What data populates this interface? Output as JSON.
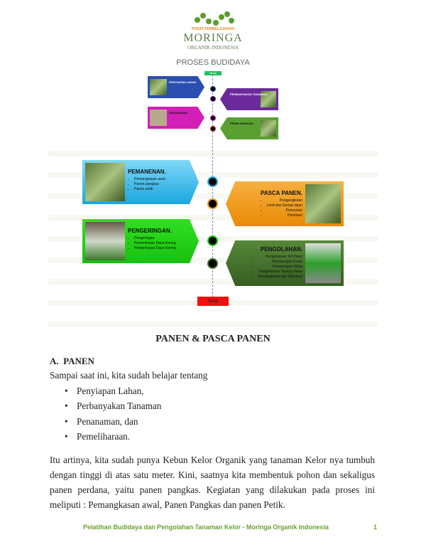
{
  "logo": {
    "line1": "PUSAT PEMBELAJARAN",
    "line2": "MORINGA",
    "line3": "ORGANIK INDONESIA"
  },
  "diagram": {
    "title": "PROSES BUDIDAYA",
    "start": "Mulai",
    "stop": "Stop",
    "small_cards": [
      {
        "title": "PENYIAPAN LAHAN.",
        "color": "#2a4fb0"
      },
      {
        "title": "PERBANYAKAN TANAMAN.",
        "color": "#6b2a9a"
      },
      {
        "title": "PENANAMAN.",
        "color": "#d21fb8"
      },
      {
        "title": "PEMELIHARAAN.",
        "color": "#5aa030"
      }
    ],
    "cards": [
      {
        "title": "PEMANENAN.",
        "items": [
          "Pemangkasan awal",
          "Panen pangkas",
          "Panen petik"
        ],
        "color": "#1fb2e8"
      },
      {
        "title": "PASCA PANEN.",
        "items": [
          "Pengangkutan",
          "Lordi dan Sortasi daun",
          "Pencucian",
          "Penirisan"
        ],
        "color": "#f09010"
      },
      {
        "title": "PENGERINGAN.",
        "items": [
          "Pengeringan",
          "Pemeriksaan Daun Kering",
          "Pengemasan Daun Kering"
        ],
        "color": "#22cc10"
      },
      {
        "title": "PENGOLAHAN.",
        "items": [
          "Pengemasan Teh Daun",
          "Penepungan Kasar",
          "Penepungan Halus",
          "Pengemasan Tepung Halus",
          "Penyimpanan dan Distribusi"
        ],
        "color": "#3f6e25"
      }
    ]
  },
  "doc": {
    "heading": "PANEN & PASCA PANEN",
    "section": "A.  PANEN",
    "intro": "Sampai saat ini, kita sudah belajar tentang",
    "bullets": [
      "Penyiapan Lahan,",
      "Perbanyakan Tanaman",
      "Penanaman, dan",
      "Pemeliharaan."
    ],
    "paragraph": "Itu artinya, kita sudah punya Kebun Kelor Organik yang tanaman Kelor nya tumbuh dengan tinggi di atas satu meter.  Kini, saatnya kita membentuk pohon dan sekaligus panen perdana, yaitu panen pangkas.  Kegiatan yang dilakukan pada proses ini meliputi : Pemangkasan awal, Panen Pangkas dan panen Petik."
  },
  "footer": {
    "text": "Pelatihan Budidaya dan Pengolahan Tanaman Kelor - Moringa Organik Indonesia",
    "page": "1",
    "color": "#6aa02e"
  }
}
